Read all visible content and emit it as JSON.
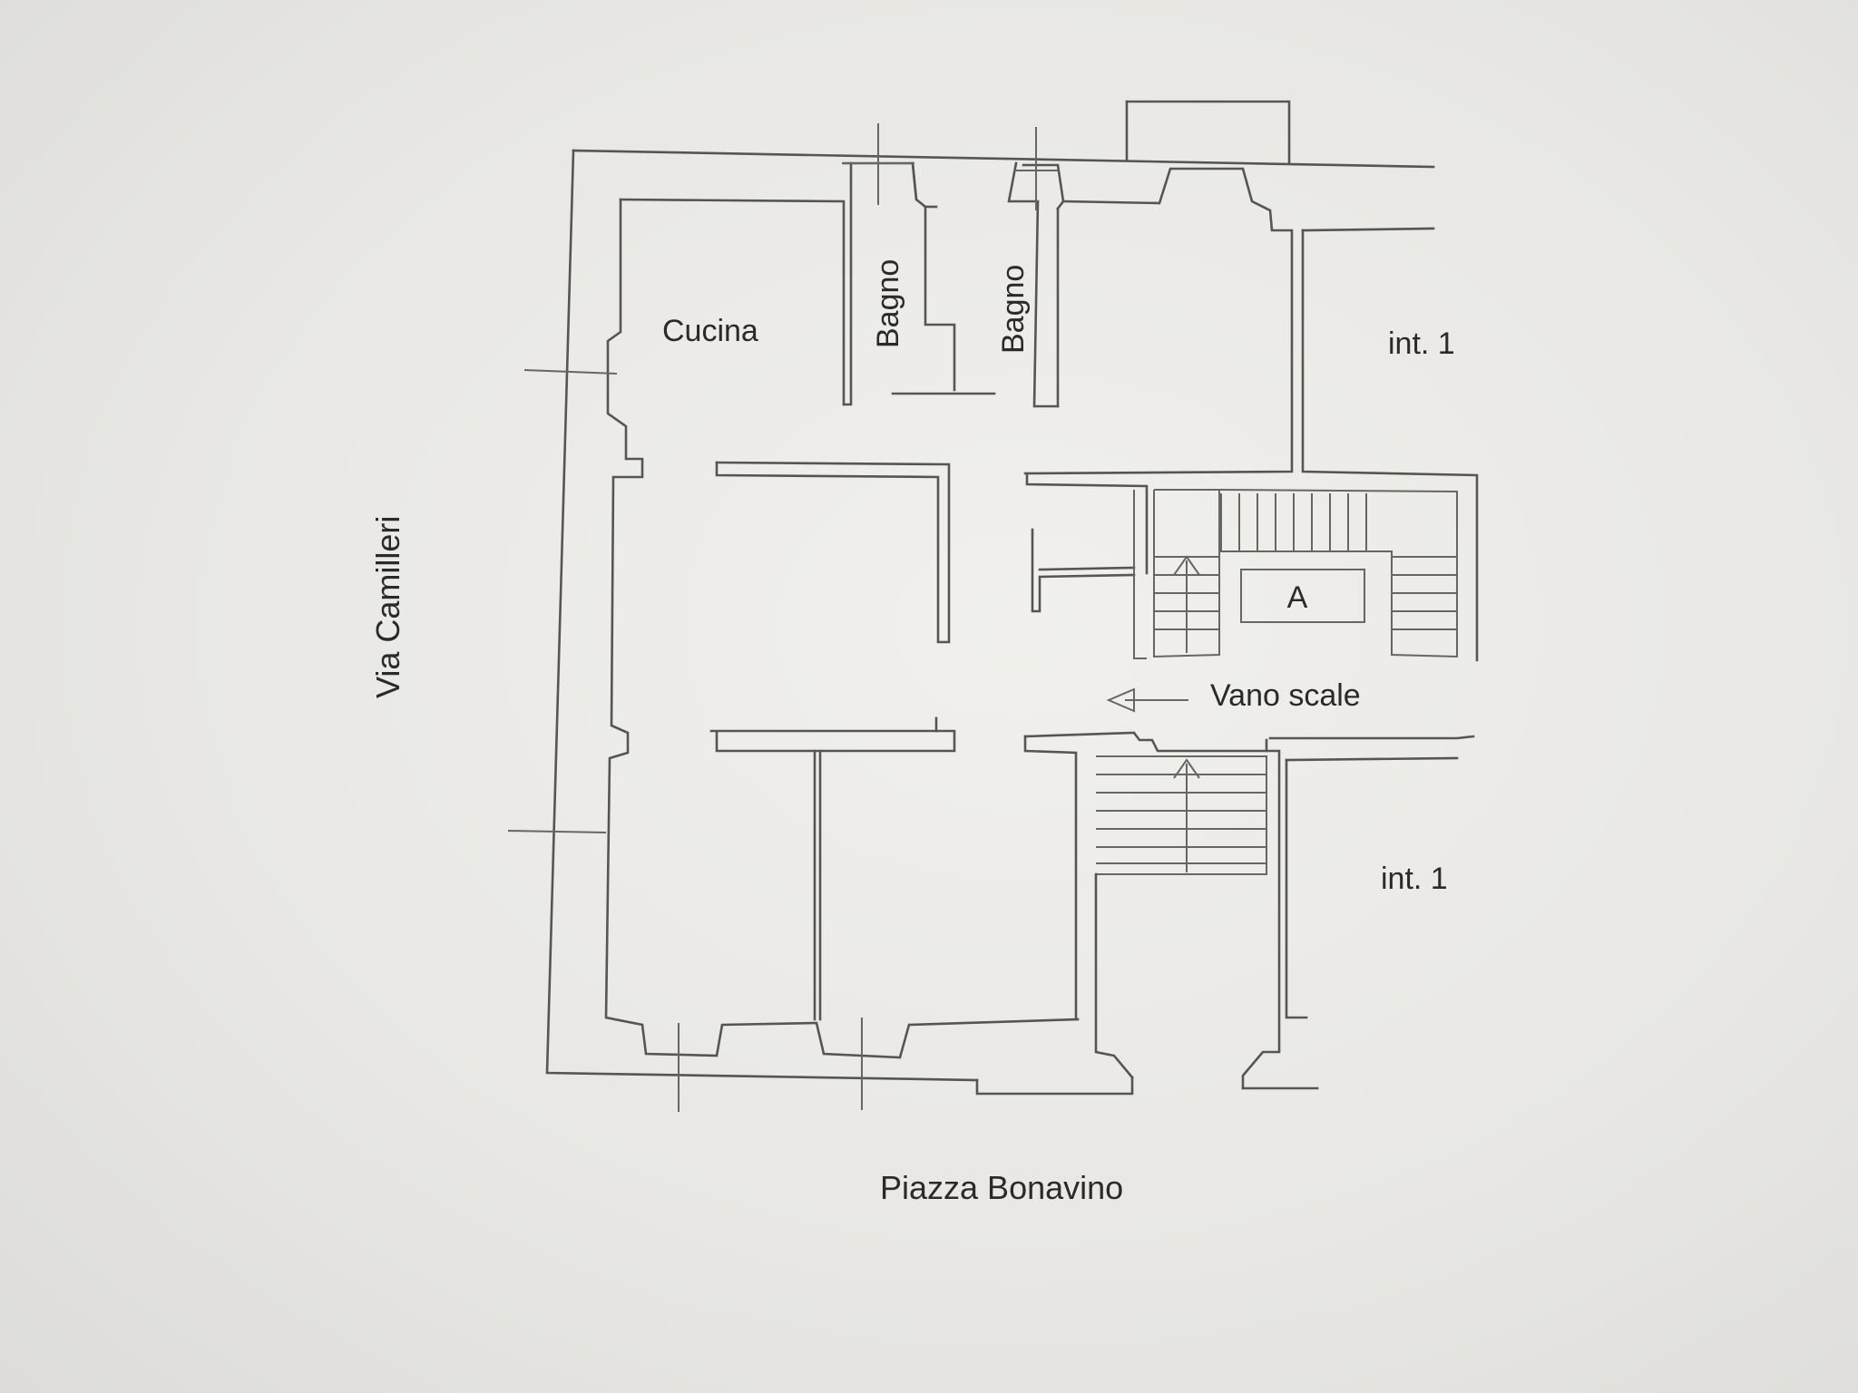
{
  "plan": {
    "rooms": {
      "cucina": "Cucina",
      "bagno_left": "Bagno",
      "bagno_right": "Bagno",
      "int_top": "int. 1",
      "int_bottom": "int. 1",
      "lift": "A",
      "stair": "Vano scale"
    },
    "streets": {
      "west": "Via Camilleri",
      "south": "Piazza Bonavino"
    }
  }
}
